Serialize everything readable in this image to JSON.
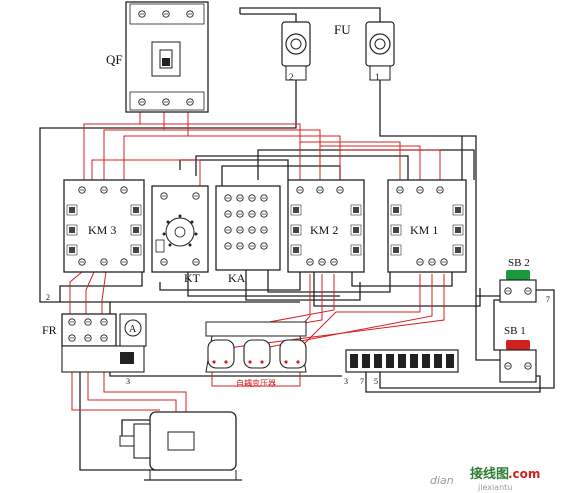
{
  "labels": {
    "qf": "QF",
    "fu": "FU",
    "fu_left_num": "2",
    "fu_right_num": "1",
    "km3": "KM 3",
    "km2": "KM 2",
    "km1": "KM 1",
    "kt": "KT",
    "ka": "KA",
    "fr": "FR",
    "ammeter": "A",
    "sb2": "SB 2",
    "sb1": "SB 1",
    "transformer": "自耦变压器",
    "wire_2": "2",
    "wire_3": "3",
    "wire_7": "7",
    "terminal_3": "3",
    "terminal_7": "7",
    "terminal_5": "5"
  },
  "watermark": {
    "cn": "接线图",
    "site": ".com",
    "url": "jiexiantu",
    "prefix": "dian"
  },
  "colors": {
    "wire_black": "#222222",
    "wire_red": "#d42020",
    "sb2_button": "#1a9a3a",
    "sb1_button": "#d02020"
  }
}
